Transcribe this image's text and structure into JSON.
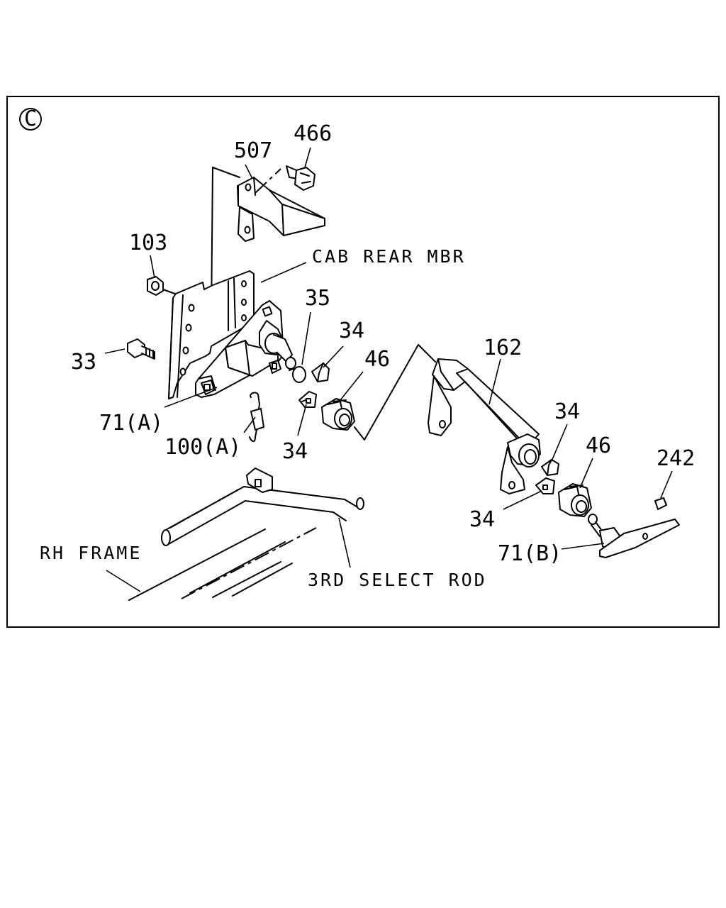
{
  "diagram": {
    "section_mark": "C",
    "callouts": {
      "p507": "507",
      "p466": "466",
      "p103": "103",
      "p35": "35",
      "p34_a": "34",
      "p46_a": "46",
      "p162": "162",
      "p33": "33",
      "p71a": "71(A)",
      "p100a": "100(A)",
      "p34_b": "34",
      "p34_c": "34",
      "p46_b": "46",
      "p242": "242",
      "p34_d": "34",
      "p71b": "71(B)"
    },
    "labels": {
      "cab_rear_mbr": "CAB REAR MBR",
      "rh_frame": "RH FRAME",
      "third_select_rod": "3RD SELECT ROD"
    }
  }
}
